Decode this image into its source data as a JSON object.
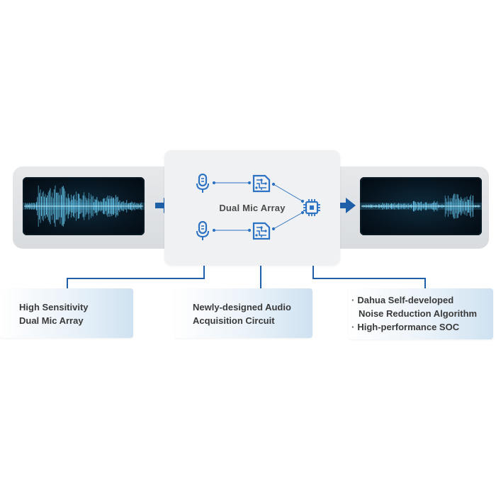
{
  "center_card": {
    "title": "Dual Mic Array"
  },
  "features": [
    {
      "lines": [
        "High Sensitivity",
        "Dual Mic Array"
      ]
    },
    {
      "lines": [
        "Newly-designed Audio",
        "Acquisition Circuit"
      ]
    },
    {
      "bullets": [
        {
          "marker": "·",
          "lines": [
            "Dahua Self-developed",
            "Noise Reduction Algorithm"
          ]
        },
        {
          "marker": "·",
          "lines": [
            "High-performance SOC"
          ]
        }
      ]
    }
  ],
  "icons": {
    "mic": "microphone-icon",
    "circuit": "circuit-board-icon",
    "chip": "processor-chip-icon",
    "arrow": "arrow-right-icon"
  },
  "colors": {
    "accent": "#1f5fa8",
    "icon": "#2d73c4",
    "wave_glow": "#5fd0ff",
    "band": "#dfe2e5",
    "card": "#f0f1f2"
  }
}
